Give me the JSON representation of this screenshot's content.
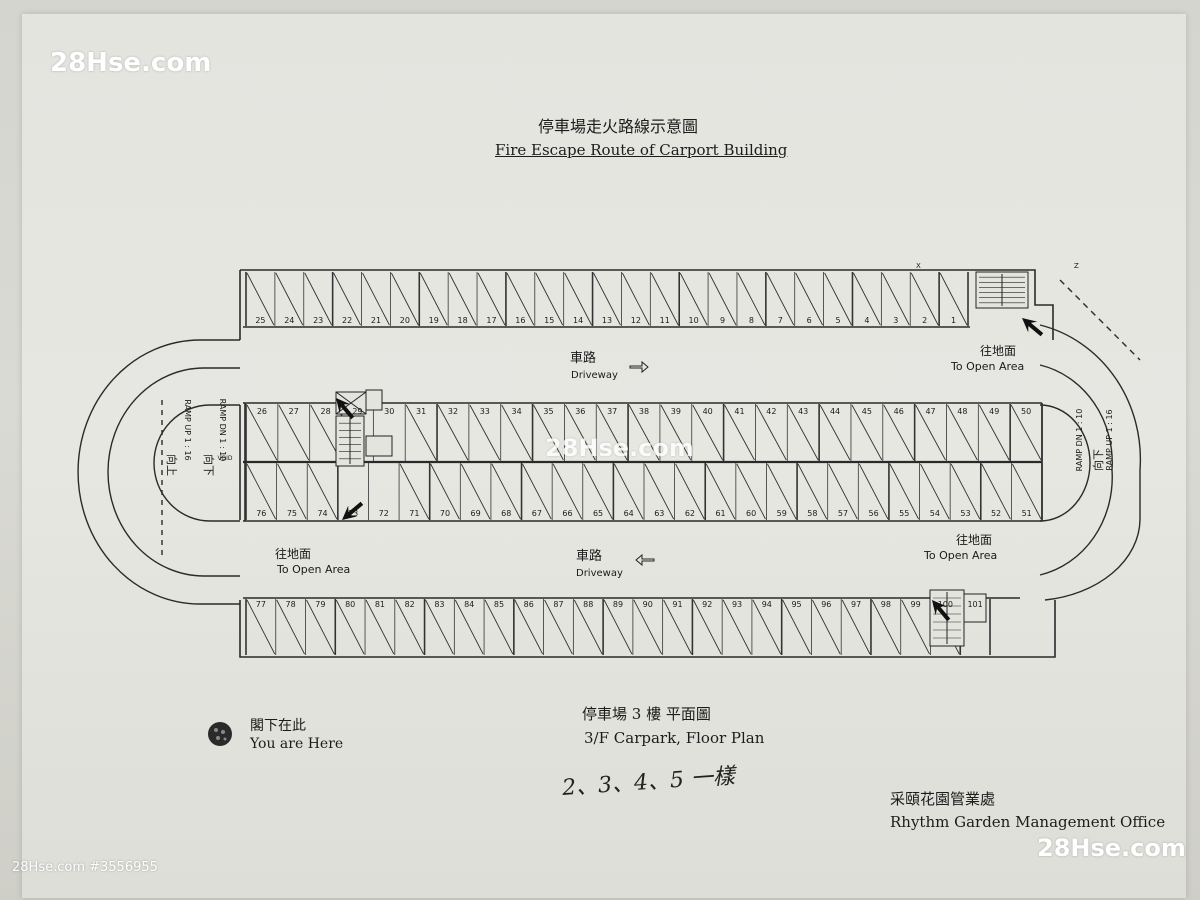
{
  "header": {
    "title_zh": "停車場走火路線示意圖",
    "title_en": "Fire Escape Route of Carport Building"
  },
  "plan": {
    "top_row_numbers": [
      "25",
      "24",
      "23",
      "22",
      "21",
      "20",
      "19",
      "18",
      "17",
      "16",
      "15",
      "14",
      "13",
      "12",
      "11",
      "10",
      "9",
      "8",
      "7",
      "6",
      "5",
      "4",
      "3",
      "2",
      "1"
    ],
    "middle_upper_numbers": [
      "26",
      "27",
      "28",
      "29",
      "30",
      "31",
      "32",
      "33",
      "34",
      "35",
      "36",
      "37",
      "38",
      "39",
      "40",
      "41",
      "42",
      "43",
      "44",
      "45",
      "46",
      "47",
      "48",
      "49",
      "50"
    ],
    "middle_lower_numbers": [
      "76",
      "75",
      "74",
      "73",
      "72",
      "71",
      "70",
      "69",
      "68",
      "67",
      "66",
      "65",
      "64",
      "63",
      "62",
      "61",
      "60",
      "59",
      "58",
      "57",
      "56",
      "55",
      "54",
      "53",
      "52",
      "51"
    ],
    "bottom_row_numbers": [
      "77",
      "78",
      "79",
      "80",
      "81",
      "82",
      "83",
      "84",
      "85",
      "86",
      "87",
      "88",
      "89",
      "90",
      "91",
      "92",
      "93",
      "94",
      "95",
      "96",
      "97",
      "98",
      "99",
      "100",
      "101"
    ],
    "driveway_zh": "車路",
    "driveway_en": "Driveway",
    "open_area_zh": "往地面",
    "open_area_en": "To Open Area",
    "ramp_up_left": "RAMP UP 1 : 16",
    "ramp_dn_left": "RAMP DN 1 : 10",
    "ramp_up_right": "RAMP UP 1 : 16",
    "ramp_dn_right": "RAMP DN 1 : 10",
    "up_zh": "向上",
    "down_zh": "向下",
    "void_label": "VOID",
    "marker_x": "X",
    "marker_z": "Z"
  },
  "legend": {
    "you_are_here_zh": "閣下在此",
    "you_are_here_en": "You are Here"
  },
  "caption": {
    "floor_zh": "停車場 3  樓  平面圖",
    "floor_en": "3/F Carpark, Floor Plan",
    "handwritten": "2、3、4、5 一樣"
  },
  "office": {
    "name_zh": "采頤花園管業處",
    "name_en": "Rhythm Garden Management Office"
  },
  "watermark": {
    "brand_large": "28Hse.com",
    "brand_center": "28Hse.com",
    "footer": "28Hse.com #3556955"
  }
}
